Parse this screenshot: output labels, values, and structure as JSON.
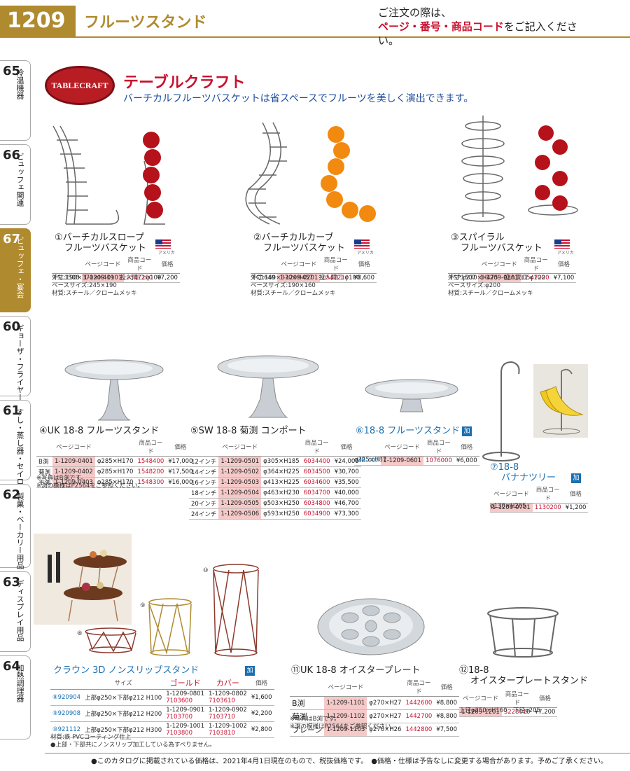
{
  "header": {
    "page_number": "1209",
    "section_title": "フルーツスタンド",
    "notice_line1": "ご注文の際は、",
    "notice_red": "ページ・番号・商品コード",
    "notice_tail": "をご記入ください。"
  },
  "side_tabs": [
    {
      "num": "65",
      "label": "冷温機器"
    },
    {
      "num": "66",
      "label": "ビュッフェ関連"
    },
    {
      "num": "67",
      "label": "ビュッフェ・宴会"
    },
    {
      "num": "60",
      "label": "ギョーザ・フライヤー"
    },
    {
      "num": "61",
      "label": "すし・蒸し器・セイロ類"
    },
    {
      "num": "62",
      "label": "製菓・ベーカリー用品"
    },
    {
      "num": "63",
      "label": "ディスプレイ用品"
    },
    {
      "num": "64",
      "label": "加熱調理器"
    }
  ],
  "brand": {
    "logo_text": "TABLECRAFT",
    "name": "テーブルクラフト",
    "tagline": "バーチカルフルーツバスケットは省スペースでフルーツを美しく演出できます。"
  },
  "flag_caption": "アメリカ",
  "headers": {
    "page_code": "ページコード",
    "item_code": "商品コード",
    "price": "価格",
    "size": "サイズ",
    "gold": "ゴールド",
    "cover": "カバー"
  },
  "p1": {
    "title1": "①バーチカルスロープ",
    "title2": "フルーツバスケット",
    "row": [
      "FSL1508",
      "1-1209-0101",
      "0547200",
      "¥7,200"
    ],
    "notes": [
      "外寸:190×370×H419　投入間口:φ100",
      "ベースサイズ:245×190",
      "材質:スチール／クロームメッキ"
    ]
  },
  "p2": {
    "title1": "②バーチカルカーブ",
    "title2": "フルーツバスケット",
    "row": [
      "FC1649",
      "1-1209-0201",
      "0547210",
      "¥8,600"
    ],
    "notes": [
      "外寸:160×370×H457　投入間口:φ100",
      "ベースサイズ:190×160",
      "材質:スチール／クロームメッキ"
    ]
  },
  "p3": {
    "title1": "③スパイラル",
    "title2": "フルーツバスケット",
    "row": [
      "FSP1507",
      "1-1209-0301",
      "0547220",
      "¥7,100"
    ],
    "notes": [
      "外寸:φ230×H475　投入間口:φ100",
      "ベースサイズ:φ200",
      "材質:スチール／クロームメッキ"
    ]
  },
  "p4": {
    "title": "④UK 18-8 フルーツスタンド",
    "rows": [
      [
        "B渕",
        "1-1209-0401",
        "φ285×H170",
        "1548400",
        "¥17,000"
      ],
      [
        "菊渕",
        "1-1209-0402",
        "φ285×H170",
        "1548200",
        "¥17,500"
      ],
      [
        "平渕",
        "1-1209-0403",
        "φ285×H170",
        "1548300",
        "¥16,000"
      ]
    ],
    "notes": [
      "※写真はB渕です。",
      "※渕の模様はP2564をご参照ください。"
    ]
  },
  "p5": {
    "title": "⑤SW 18-8 菊渕 コンポート",
    "rows": [
      [
        "12インチ",
        "1-1209-0501",
        "φ305×H185",
        "6034400",
        "¥24,000"
      ],
      [
        "14インチ",
        "1-1209-0502",
        "φ364×H225",
        "6034500",
        "¥30,700"
      ],
      [
        "16インチ",
        "1-1209-0503",
        "φ413×H225",
        "6034600",
        "¥35,500"
      ],
      [
        "18インチ",
        "1-1209-0504",
        "φ463×H230",
        "6034700",
        "¥40,000"
      ],
      [
        "20インチ",
        "1-1209-0505",
        "φ503×H250",
        "6034800",
        "¥46,700"
      ],
      [
        "24インチ",
        "1-1209-0506",
        "φ593×H250",
        "6034900",
        "¥73,300"
      ]
    ]
  },
  "p6": {
    "title": "⑥18-8 フルーツスタンド",
    "ka": "加",
    "row": [
      "MR-407",
      "1-1209-0601",
      "1076000",
      "¥6,000"
    ],
    "note": "φ325×H87"
  },
  "p7": {
    "title1": "⑦18-8",
    "title2": "バナナツリー",
    "ka": "加",
    "row": [
      "1-1209-0701",
      "1130200",
      "¥1,200"
    ],
    "note": "φ130×H265"
  },
  "p8": {
    "title": "クラウン 3D ノンスリップスタンド",
    "ka": "加",
    "rows": [
      {
        "no": "⑧920904",
        "size": "上部φ250×下部φ212 H100",
        "gold_pc": "1-1209-0801",
        "gold_code": "7103600",
        "cover_pc": "1-1209-0802",
        "cover_code": "7103610",
        "price": "¥1,600"
      },
      {
        "no": "⑨920908",
        "size": "上部φ250×下部φ212 H200",
        "gold_pc": "1-1209-0901",
        "gold_code": "7103700",
        "cover_pc": "1-1209-0902",
        "cover_code": "7103710",
        "price": "¥2,200"
      },
      {
        "no": "⑩921112",
        "size": "上部φ250×下部φ212 H300",
        "gold_pc": "1-1209-1001",
        "gold_code": "7103800",
        "cover_pc": "1-1209-1002",
        "cover_code": "7103810",
        "price": "¥2,800"
      }
    ],
    "notes": [
      "材質:鉄 PVCコーティング仕上",
      "●上部・下部共にノンスリップ加工している為すべりません。"
    ],
    "labels": [
      "⑧",
      "⑨",
      "⑩"
    ]
  },
  "p11": {
    "title": "⑪UK 18-8 オイスタープレート",
    "rows": [
      [
        "B渕",
        "1-1209-1101",
        "φ270×H27",
        "1442600",
        "¥8,800"
      ],
      [
        "菊渕",
        "1-1209-1102",
        "φ270×H27",
        "1442700",
        "¥8,800"
      ],
      [
        "プレーン",
        "1-1209-1103",
        "φ270×H26",
        "1442800",
        "¥7,500"
      ]
    ],
    "notes": [
      "※写真はB渕です。",
      "※渕の模様はP2564をご参照ください。"
    ]
  },
  "p12": {
    "title1": "⑫18-8",
    "title2": "オイスタープレートスタンド",
    "row": [
      "1-1209-1201",
      "3228010",
      "¥7,200"
    ],
    "note": "上径φ250×H160　下径φ205"
  },
  "footer": "●このカタログに掲載されている価格は、2021年4月1日現在のもので、税抜価格です。　●価格・仕様は予告なしに変更する場合があります。予めご了承ください。"
}
